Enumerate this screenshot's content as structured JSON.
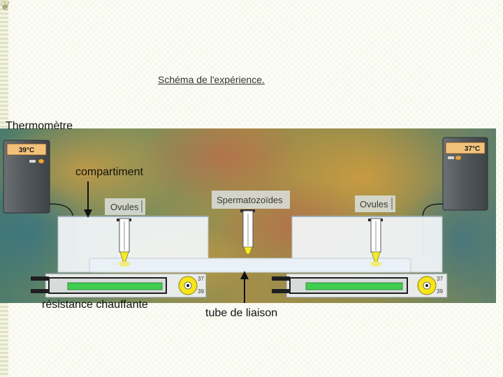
{
  "title": "Schéma de l'expérience.",
  "labels": {
    "thermometer": "Thermomètre",
    "compartment": "compartiment",
    "heater": "résistance chauffante",
    "link_tube": "tube de liaison"
  },
  "left_unit": {
    "thermometer_display": "39°C",
    "compartment_label": "Ovules",
    "dial_top": "37",
    "dial_bottom": "39"
  },
  "right_unit": {
    "thermometer_display": "37°C",
    "compartment_label": "Ovules",
    "dial_top": "37",
    "dial_bottom": "39"
  },
  "center_label": "Spermatozoïdes",
  "colors": {
    "thermometer_body": "#5a5f61",
    "display": "#f2c27a",
    "heater_bar": "#3fce4f",
    "dial": "#f7e51b"
  }
}
